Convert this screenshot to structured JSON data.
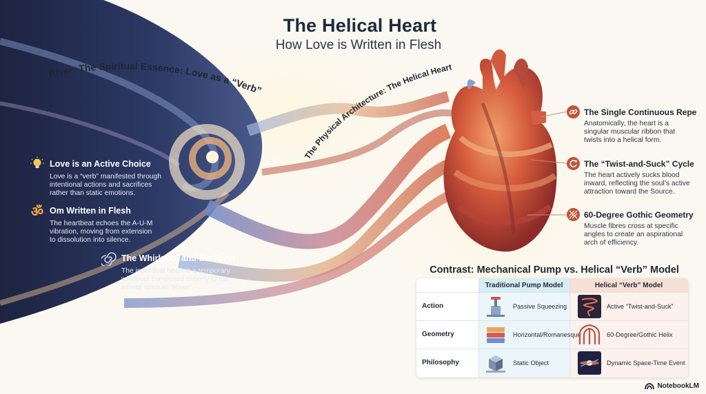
{
  "title": "The Helical Heart",
  "subtitle": "How Love is Written in Flesh",
  "arc_labels": {
    "left": "River: The Spiritual Essence: Love as a “Verb”",
    "center": "The Physical Architecture: The Helical Heart"
  },
  "left_features": [
    {
      "icon": "lightbulb-icon",
      "title": "Love is an Active Choice",
      "body": [
        "Love is a “verb” manifested through",
        "intentional actions and sacrifices",
        "rather than static emotions."
      ]
    },
    {
      "icon": "om-icon",
      "title": "Om Written in Flesh",
      "body": [
        "The heartbeat echoes the A-U-M",
        "vibration, moving from extension",
        "to dissolution into silence."
      ]
    },
    {
      "icon": "spiral-icon",
      "title": "The Whirlpool and the River",
      "body": [
        "The individual heart is a temporary",
        "whirlpool composed entirely of the",
        "infinite spiritual “River”."
      ]
    }
  ],
  "right_features": [
    {
      "icon": "link-icon",
      "title": "The Single Continuous Repe",
      "body": [
        "Anatomically, the heart is a",
        "singular muscular ribbon that",
        "twists into a helical form."
      ]
    },
    {
      "icon": "cycle-icon",
      "title": "The “Twist-and-Suck” Cycle",
      "body": [
        "The heart actively sucks blood",
        "inward, reflecting the soul’s active",
        "attraction toward the Source."
      ]
    },
    {
      "icon": "lattice-icon",
      "title": "60-Degree Gothic Geometry",
      "body": [
        "Muscle fibres cross at specific",
        "angles to create an aspirational",
        "arch of efficiency."
      ]
    }
  ],
  "comparison": {
    "title": "Contrast: Mechanical Pump vs. Helical “Verb” Model",
    "headers": [
      "Traditional Pump Model",
      "Helical “Verb” Model"
    ],
    "rows": [
      {
        "label": "Action",
        "traditional": "Passive Squeezing",
        "helical": "Active “Twist-and-Suck”"
      },
      {
        "label": "Geometry",
        "traditional": "Horizontal/Romanesque",
        "helical": "60-Degree/Gothic Helix"
      },
      {
        "label": "Philosophy",
        "traditional": "Static Object",
        "helical": "Dynamic Space-Time Event"
      }
    ]
  },
  "brand": "NotebookLM",
  "colors": {
    "navy": "#1e2a4a",
    "heart_red": "#c1543a",
    "pump_blue": "#d7ecf3",
    "helix_peach": "#f6dfd5"
  }
}
